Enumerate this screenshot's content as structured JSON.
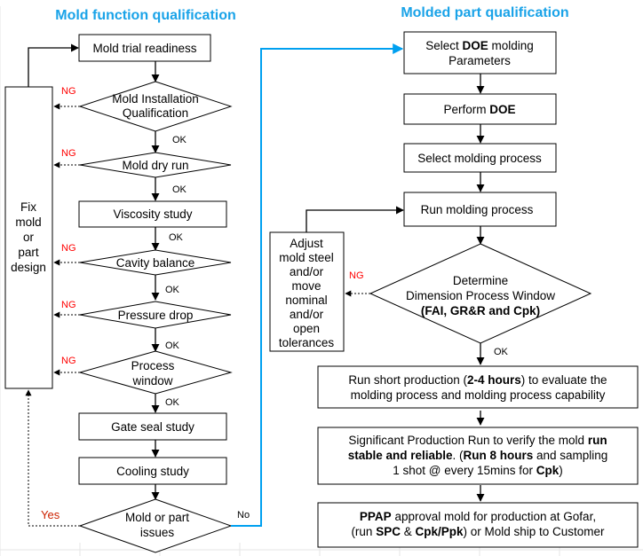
{
  "titles": {
    "left": "Mold function qualification",
    "right": "Molded part qualification"
  },
  "left_flow": {
    "mold_trial_readiness": "Mold trial readiness",
    "mold_installation": [
      "Mold Installation",
      "Qualification"
    ],
    "mold_dry_run": "Mold dry run",
    "viscosity_study": "Viscosity study",
    "cavity_balance": "Cavity balance",
    "pressure_drop": "Pressure drop",
    "process_window": [
      "Process",
      "window"
    ],
    "gate_seal_study": "Gate seal study",
    "cooling_study": "Cooling study",
    "mold_or_part_issues": [
      "Mold or part",
      "issues"
    ],
    "fix_box": [
      "Fix",
      "mold",
      "or",
      "part",
      "design"
    ]
  },
  "labels": {
    "ok": "OK",
    "ng": "NG",
    "yes": "Yes",
    "no": "No"
  },
  "right_flow": {
    "select_doe": {
      "pre": "Select ",
      "bold": "DOE",
      "post": " molding",
      "line2": "Parameters"
    },
    "perform_doe": {
      "pre": "Perform ",
      "bold": "DOE"
    },
    "select_molding_process": "Select molding process",
    "run_molding_process": "Run molding process",
    "determine": {
      "line1": "Determine",
      "line2": "Dimension Process Window",
      "line3_parts": [
        "(",
        "FAI",
        ", ",
        "GR&R",
        " and ",
        "Cpk",
        ")"
      ]
    },
    "adjust_box": [
      "Adjust",
      "mold steel",
      "and/or",
      "move",
      "nominal",
      "and/or",
      "open",
      "tolerances"
    ],
    "short_production": {
      "line1_pre": "Run short production (",
      "line1_bold": "2-4 hours",
      "line1_post": ") to evaluate the",
      "line2": "molding process and molding process capability"
    },
    "significant_run": {
      "line1_pre": "Significant Production Run to verify the mold ",
      "line1_bold": "run",
      "line2_bold": "stable and reliable",
      "line2_mid": ". (",
      "line2_bold2": "Run 8 hours",
      "line2_post": " and sampling",
      "line3_pre": "1 shot @ every 15mins for ",
      "line3_bold": "Cpk",
      "line3_post": ")"
    },
    "ppap": {
      "line1_bold": "PPAP",
      "line1_post": " approval mold for production at Gofar,",
      "line2_pre": "(run ",
      "line2_bold1": "SPC",
      "line2_mid": " & ",
      "line2_bold2": "Cpk/Ppk",
      "line2_post": ") or Mold ship to Customer"
    }
  },
  "colors": {
    "title": "#1aa3e8",
    "ng": "#ff0000",
    "yes": "#cc2200",
    "connector": "#00a0f0"
  }
}
